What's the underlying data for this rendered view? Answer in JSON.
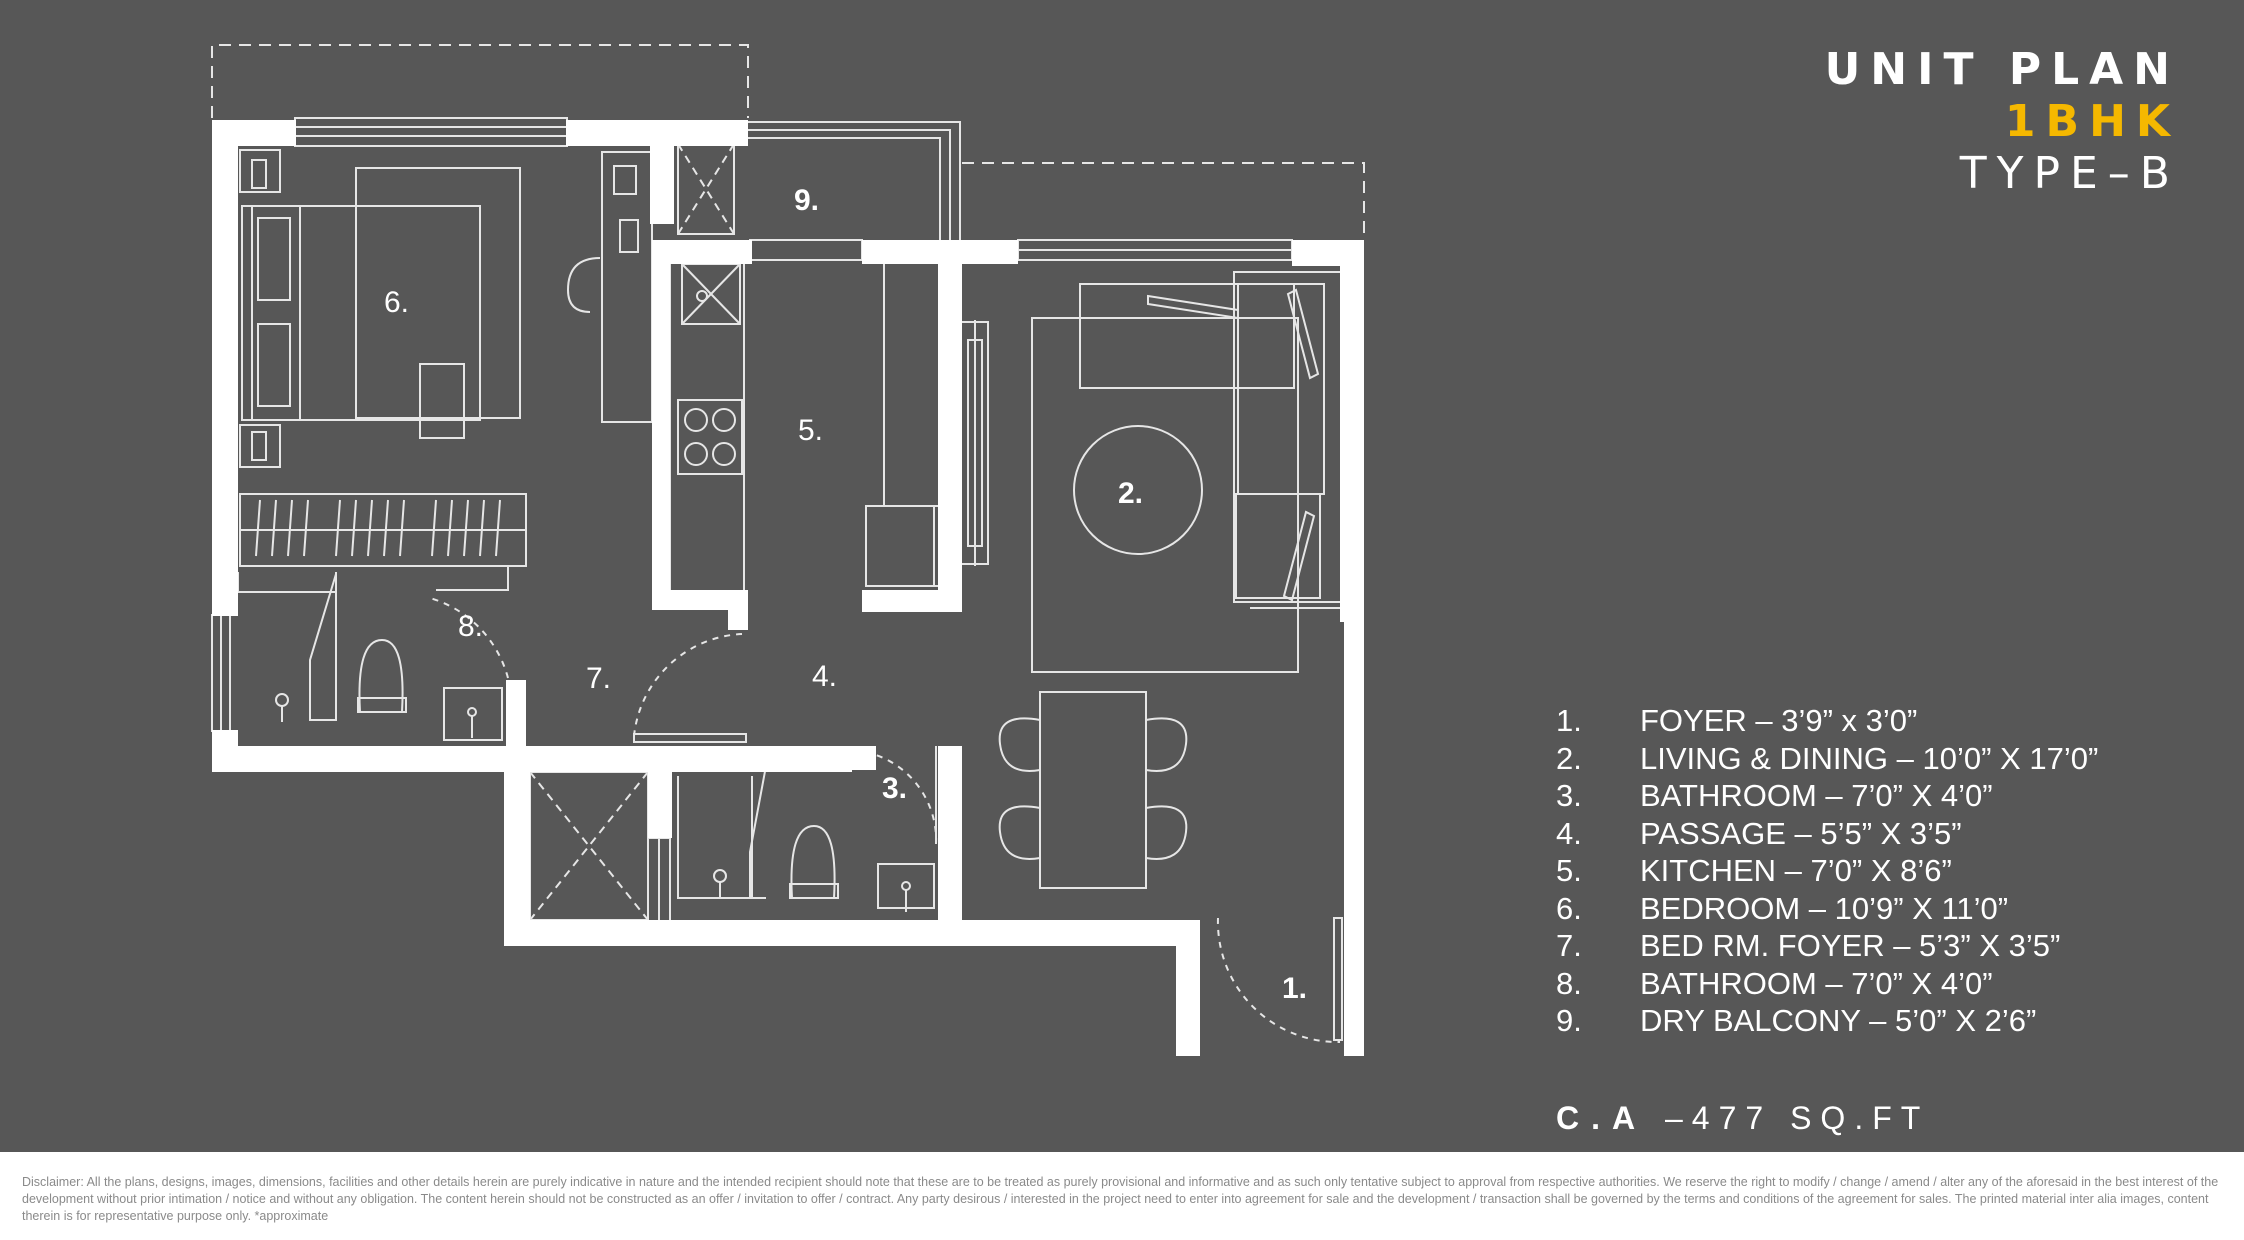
{
  "title": {
    "line1": "UNIT PLAN",
    "line2": "1BHK",
    "line3": "TYPE–B",
    "accent_color": "#f5b800"
  },
  "rooms": [
    {
      "no": "1.",
      "name": "FOYER – 3’9” x 3’0”"
    },
    {
      "no": "2.",
      "name": "LIVING & DINING – 10’0” X 17’0”"
    },
    {
      "no": "3.",
      "name": "BATHROOM – 7’0” X 4’0”"
    },
    {
      "no": "4.",
      "name": "PASSAGE – 5’5” X 3’5”"
    },
    {
      "no": "5.",
      "name": "KITCHEN –  7’0” X 8’6”"
    },
    {
      "no": "6.",
      "name": "BEDROOM – 10’9” X 11’0”"
    },
    {
      "no": "7.",
      "name": "BED RM. FOYER –  5’3” X 3’5”"
    },
    {
      "no": "8.",
      "name": "BATHROOM – 7’0” X 4’0”"
    },
    {
      "no": "9.",
      "name": "DRY BALCONY – 5’0” X 2’6”"
    }
  ],
  "carpet_area": {
    "label": "C.A",
    "value": "–477 SQ.FT"
  },
  "disclaimer": "Disclaimer: All the plans, designs, images, dimensions, facilities and other details herein are purely indicative in nature and the intended recipient should note that these are to be treated as purely provisional and informative and as such only tentative subject to approval from respective authorities. We reserve the right to modify / change / amend / alter any of the aforesaid  in the best interest of the development without prior intimation / notice and without any obligation. The content herein should not be constructed as an offer / invitation to offer / contract. Any party desirous / interested in the project need to enter into agreement for sale and the development / transaction shall be governed by the terms and conditions of the agreement for sales. The printed material inter alia images, content therein is for representative purpose only. *approximate",
  "colors": {
    "background": "#575757",
    "walls": "#ffffff",
    "linework": "#d8d8d8"
  }
}
